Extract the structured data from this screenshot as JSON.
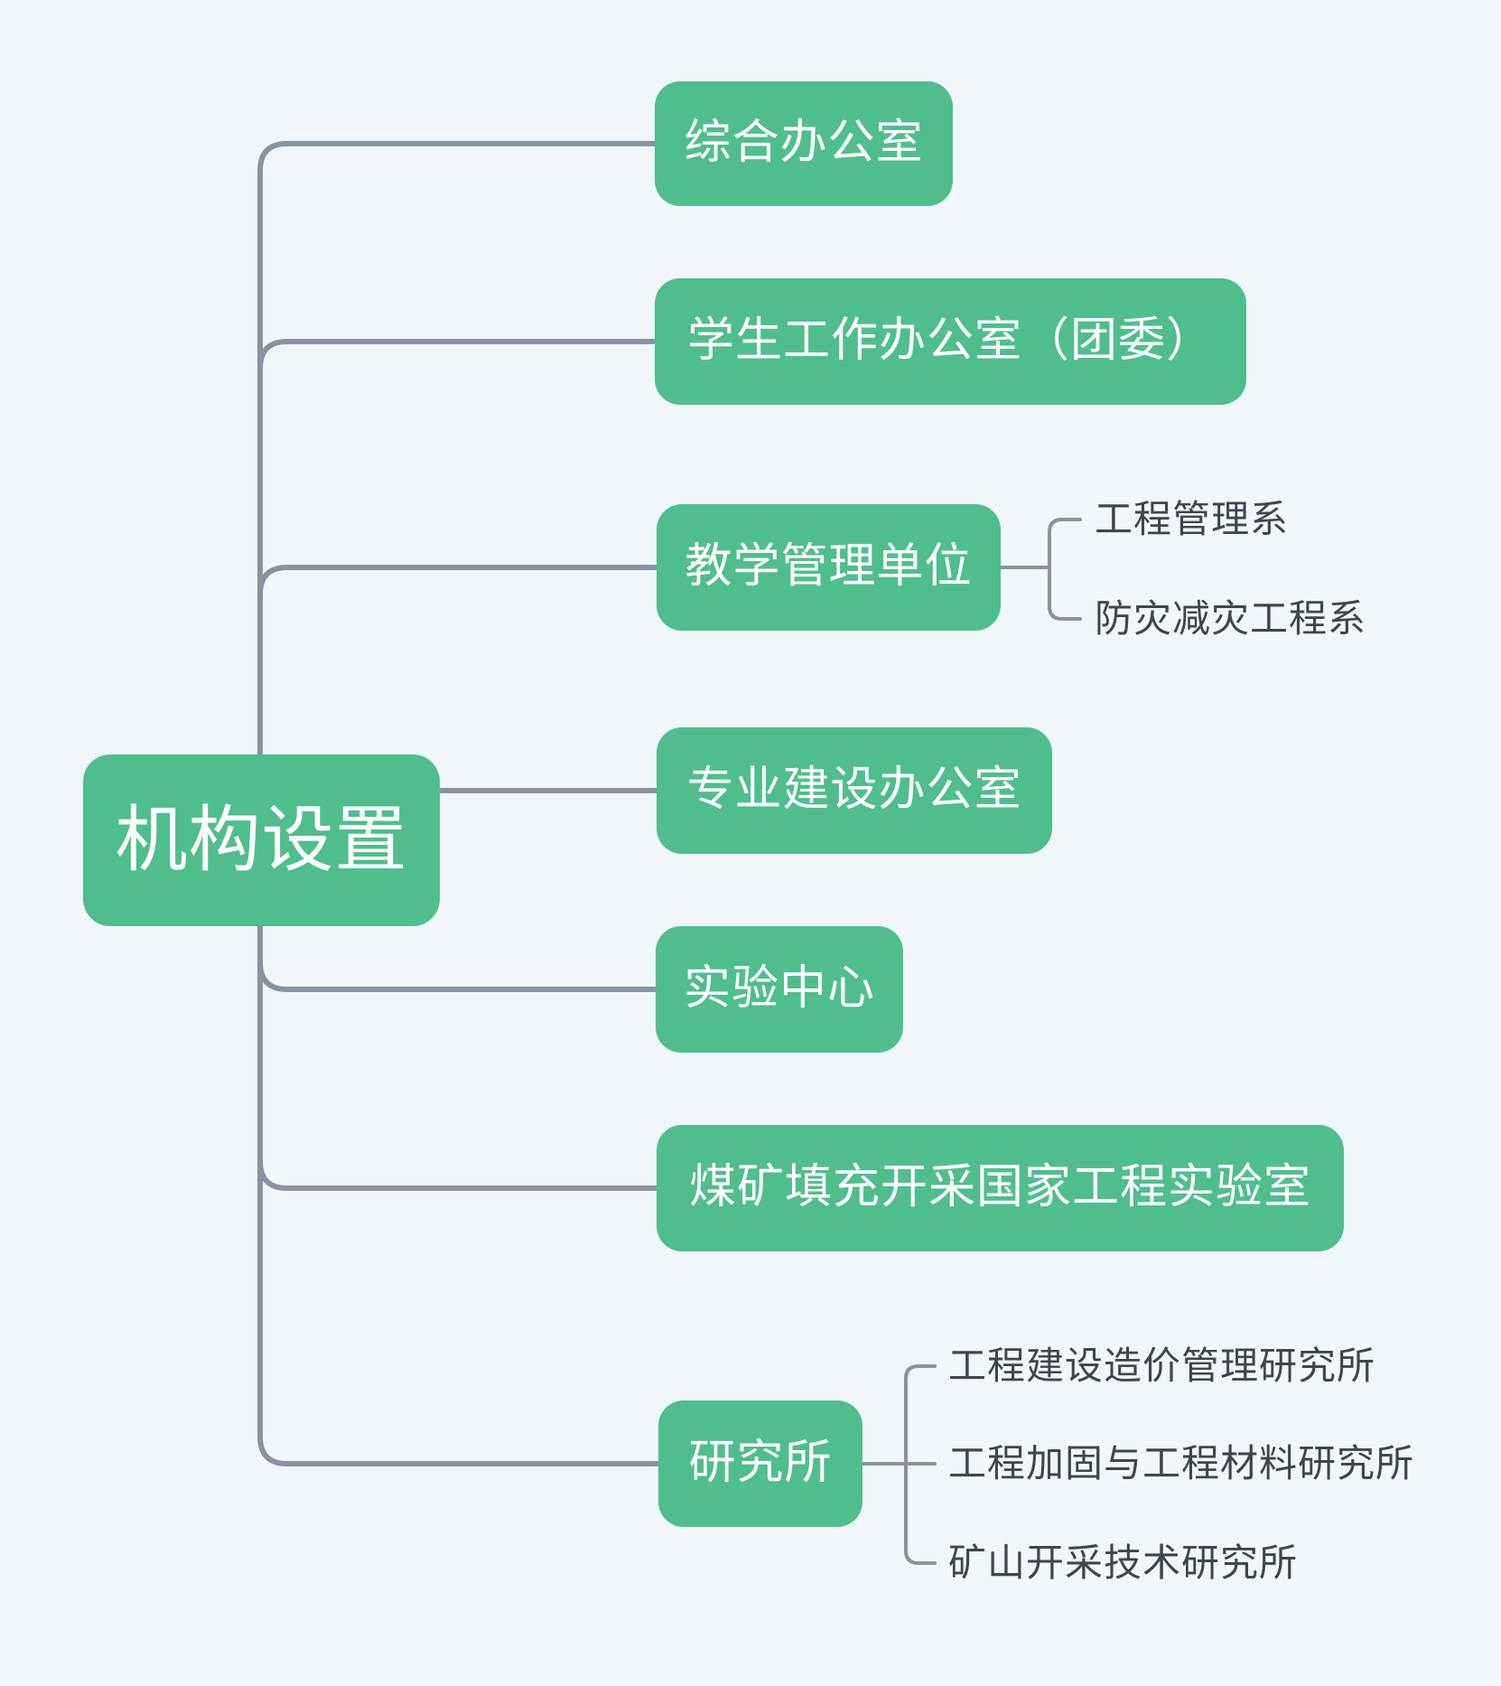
{
  "title": "机构设置",
  "colors": {
    "node_green": "#50BE8C",
    "node_text": "#FFFFFF",
    "connector": "#8793A3",
    "leaf_text": "#3F4550",
    "canvas_bg": "#F0F6FA"
  },
  "root": {
    "label": "机构设置"
  },
  "children": [
    {
      "label": "综合办公室"
    },
    {
      "label": "学生工作办公室（团委）"
    },
    {
      "label": "教学管理单位",
      "children": [
        "工程管理系",
        "防灾减灾工程系"
      ]
    },
    {
      "label": "专业建设办公室"
    },
    {
      "label": "实验中心"
    },
    {
      "label": "煤矿填充开采国家工程实验室"
    },
    {
      "label": "研究所",
      "children": [
        "工程建设造价管理研究所",
        "工程加固与工程材料研究所",
        "矿山开采技术研究所"
      ]
    }
  ]
}
